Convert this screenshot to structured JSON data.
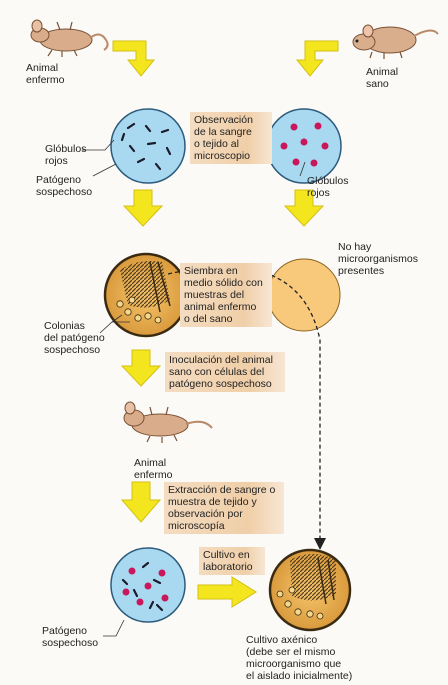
{
  "labels": {
    "sick_animal_top": "Animal\nenfermo",
    "healthy_animal": "Animal\nsano",
    "red_cells_left": "Glóbulos\nrojos",
    "suspect_pathogen_top": "Patógeno\nsospechoso",
    "red_cells_right": "Glóbulos\nrojos",
    "no_microorganisms": "No hay\nmicroorganismos\npresentes",
    "colonies": "Colonias\ndel patógeno\nsospechoso",
    "sick_animal_middle": "Animal\nenfermo",
    "suspect_pathogen_bottom": "Patógeno\nsospechoso",
    "axenic_culture": "Cultivo axénico\n(debe ser el mismo\nmicroorganismo que\nel aislado inicialmente)"
  },
  "steps": {
    "observation": "Observación\nde la sangre\no tejido al\nmicroscopio",
    "seeding": "Siembra en\nmedio sólido con\nmuestras del\nanimal enfermo\no del sano",
    "inoculation": "Inoculación del animal\nsano con células del\npatógeno sospechoso",
    "extraction": "Extracción de sangre o\nmuestra de tejido y\nobservación por\nmicroscopía",
    "lab_culture": "Cultivo en\nlaboratorio"
  },
  "colors": {
    "arrow_yellow": "#f3e61f",
    "blood_blue": "#a9d8f1",
    "plate_orange": "#f8c97a",
    "red_cell": "#c8175a",
    "step_box": "#f0cfa8"
  }
}
